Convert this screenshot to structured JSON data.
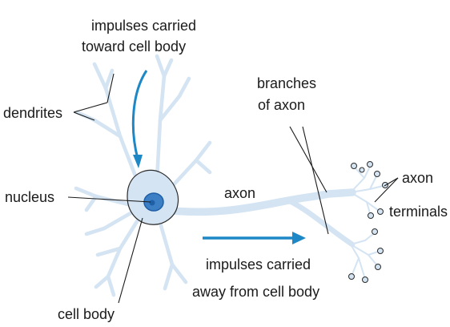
{
  "labels": {
    "impulses_toward_line1": "impulses carried",
    "impulses_toward_line2": "toward cell body",
    "dendrites": "dendrites",
    "nucleus": "nucleus",
    "cell_body": "cell body",
    "axon": "axon",
    "branches_line1": "branches",
    "branches_line2": "of axon",
    "axon_terminals_line1": "axon",
    "axon_terminals_line2": "terminals",
    "impulses_away_line1": "impulses carried",
    "impulses_away_line2": "away from cell body"
  },
  "colors": {
    "cell_fill": "#d4e4f3",
    "outline": "#2b2b2b",
    "nucleus": "#3d7fc4",
    "nucleus_dark": "#1f5fa6",
    "arrow": "#1e88c7",
    "text": "#1a1a1a"
  }
}
